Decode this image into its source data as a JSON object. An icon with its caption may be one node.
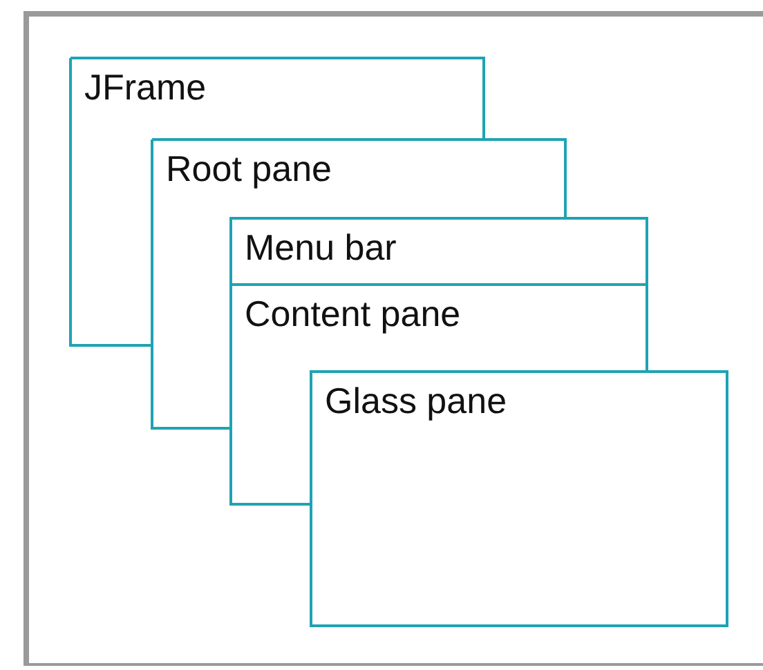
{
  "diagram": {
    "nodes": [
      {
        "text": [
          "JFrame"
        ]
      },
      {
        "text": [
          "Root pane"
        ]
      },
      {
        "text": [
          "Menu bar"
        ]
      },
      {
        "text": [
          "Content pane"
        ]
      },
      {
        "text": [
          "Glass pane"
        ]
      }
    ]
  }
}
